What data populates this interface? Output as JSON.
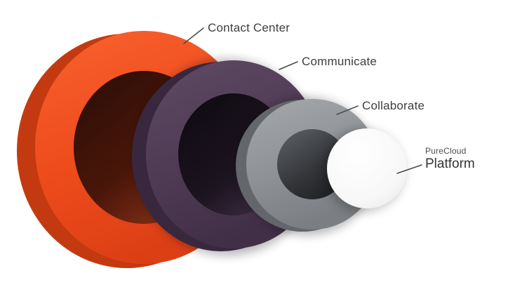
{
  "diagram": {
    "name": "PureCloud platform layered rings diagram",
    "layers": [
      {
        "label": "Contact Center",
        "color": "#ee4c1c"
      },
      {
        "label": "Communicate",
        "color": "#4f3b54"
      },
      {
        "label": "Collaborate",
        "color": "#8f9296"
      },
      {
        "sublabel": "PureCloud",
        "label": "Platform",
        "color": "#f5f5f5"
      }
    ]
  }
}
